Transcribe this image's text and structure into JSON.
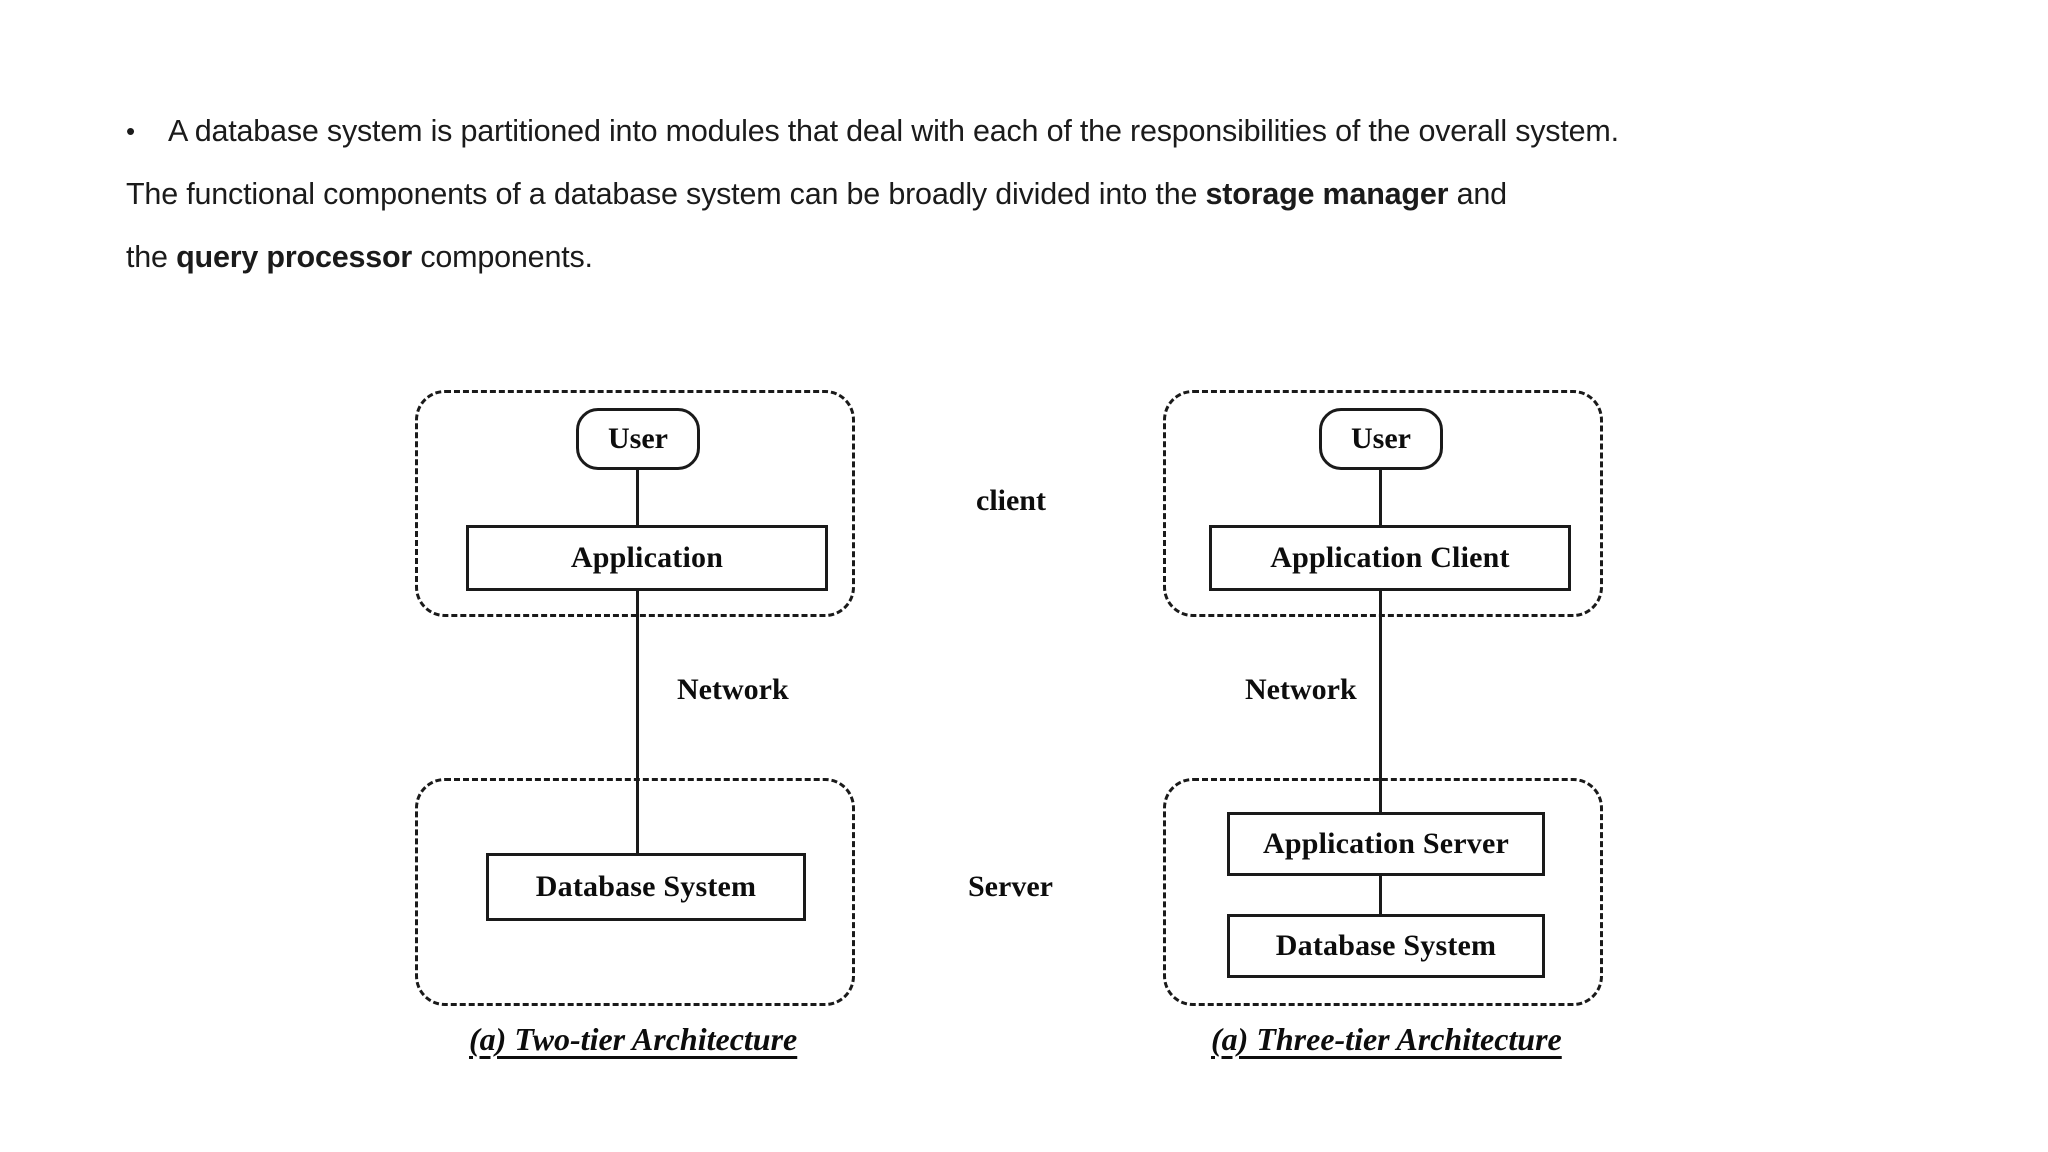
{
  "paragraph": {
    "bullet_glyph": "•",
    "line1_a": "A database system is partitioned into modules that deal with each of the responsibilities of the overall system.",
    "line2_a": "The functional components of a database system can be broadly divided into the ",
    "line2_bold": "storage manager",
    "line2_b": " and",
    "line3_a": "the ",
    "line3_bold": "query processor",
    "line3_b": " components."
  },
  "diagram": {
    "tier_labels": {
      "client": "client",
      "server": "Server"
    },
    "left": {
      "caption": "(a) Two-tier Architecture",
      "network_label": "Network",
      "user": "User",
      "application": "Application",
      "database_system": "Database System"
    },
    "right": {
      "caption": "(a) Three-tier Architecture",
      "network_label": "Network",
      "user": "User",
      "application_client": "Application Client",
      "application_server": "Application Server",
      "database_system": "Database System"
    }
  },
  "colors": {
    "ink": "#1a1a1a",
    "background": "#ffffff"
  }
}
